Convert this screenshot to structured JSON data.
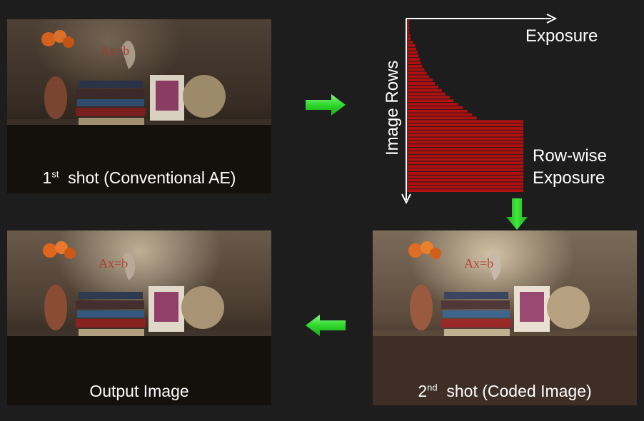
{
  "panels": {
    "first_shot": {
      "ordinal": "1",
      "ordinal_suffix": "st",
      "caption_rest": "shot (Conventional AE)"
    },
    "second_shot": {
      "ordinal": "2",
      "ordinal_suffix": "nd",
      "caption_rest": "shot (Coded Image)"
    },
    "output": {
      "caption": "Output Image"
    }
  },
  "graph": {
    "x_axis_label": "Exposure",
    "y_axis_label": "Image Rows",
    "annotation_line1": "Row-wise",
    "annotation_line2": "Exposure",
    "bar_color": "#b01010",
    "row_exposure_profile": [
      0.02,
      0.02,
      0.02,
      0.02,
      0.03,
      0.03,
      0.05,
      0.07,
      0.08,
      0.09,
      0.1,
      0.11,
      0.12,
      0.13,
      0.15,
      0.17,
      0.19,
      0.22,
      0.24,
      0.27,
      0.3,
      0.33,
      0.37,
      0.4,
      0.44,
      0.48,
      0.52,
      0.56,
      0.6,
      1.0,
      1.0,
      1.0,
      1.0,
      1.0,
      1.0,
      1.0,
      1.0,
      1.0,
      1.0,
      1.0,
      1.0,
      1.0,
      1.0,
      1.0,
      1.0,
      1.0,
      1.0,
      1.0,
      1.0,
      1.0
    ]
  },
  "colors": {
    "background": "#1d1d1d",
    "arrow": "#3ee83a",
    "axis": "#ffffff"
  }
}
